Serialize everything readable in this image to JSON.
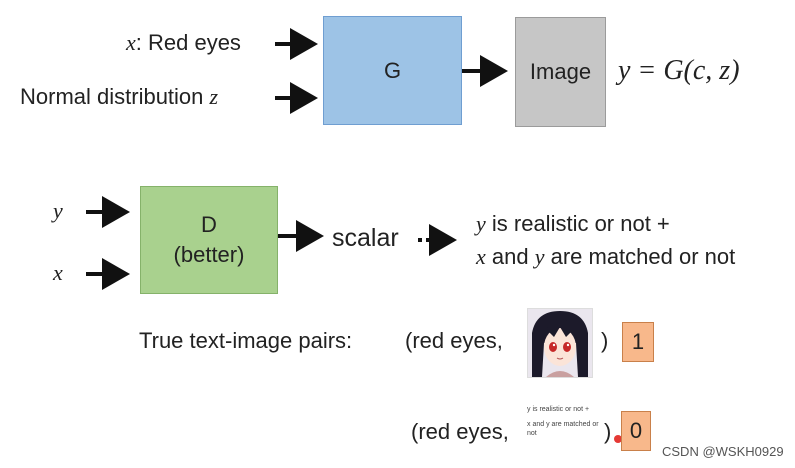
{
  "top": {
    "input1_var": "x",
    "input1_text": ": Red eyes",
    "input2_text": "Normal distribution",
    "input2_var": "z",
    "generator_label": "G",
    "image_label": "Image",
    "equation": "y = G(c, z)"
  },
  "middle": {
    "input_y": "y",
    "input_x": "x",
    "disc_line1": "D",
    "disc_line2": "(better)",
    "scalar_label": "scalar",
    "out1_var": "y",
    "out1_text": " is realistic or not +",
    "out2_var1": "x",
    "out2_mid": " and ",
    "out2_var2": "y",
    "out2_text": " are matched or not"
  },
  "pairs": {
    "label": "True text-image pairs:",
    "pair1_text": "(red eyes,",
    "pair1_close": ")",
    "pair1_score": "1",
    "pair2_text": "(red eyes,",
    "pair2_thumb_line1": "y is realistic or not +",
    "pair2_thumb_line2": "x and y are matched or not",
    "pair2_close": ")",
    "pair2_score": "0"
  },
  "watermark": "CSDN @WSKH0929"
}
